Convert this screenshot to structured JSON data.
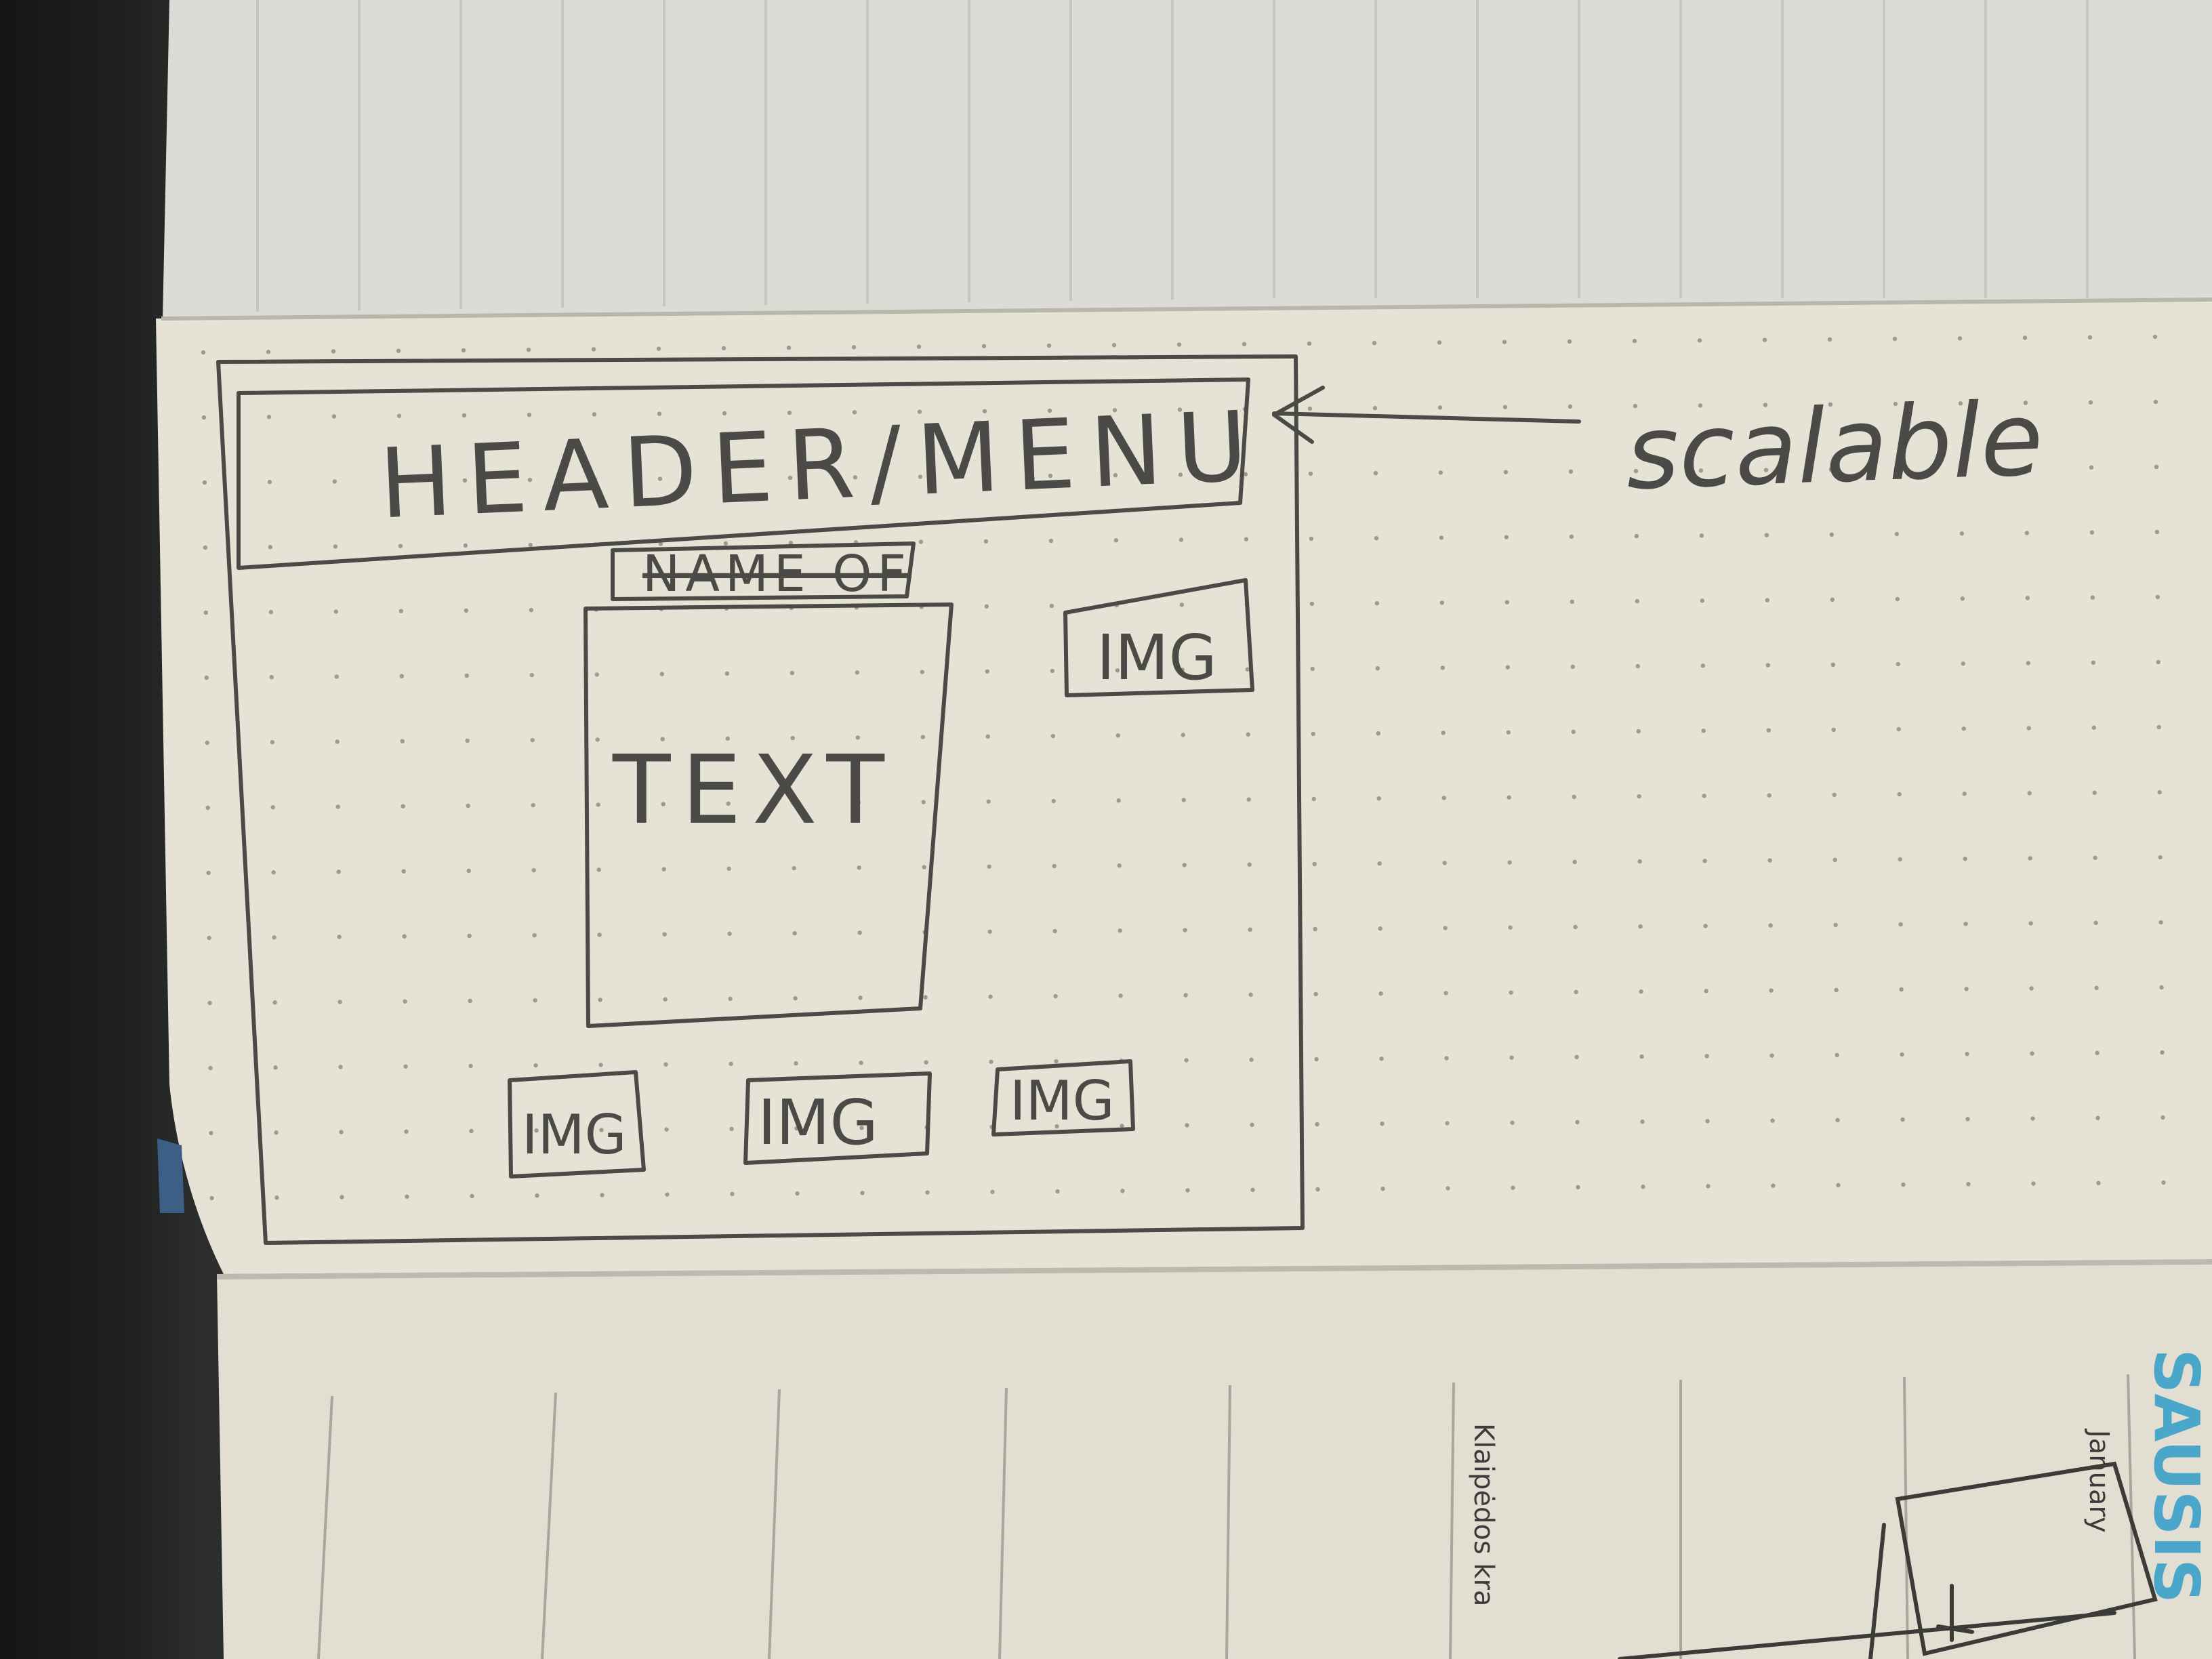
{
  "sketch": {
    "header_menu": "HEADER/MENU",
    "annotation": "scalable",
    "name_label": "NAME OF",
    "text_block": "TEXT",
    "img_top_right": "IMG",
    "img_bottom": [
      "IMG",
      "IMG",
      "IMG"
    ]
  },
  "printed": {
    "place": "Klaipėdos kra",
    "month_header": "SAUSIS",
    "month_sub": "January"
  },
  "colors": {
    "paper": "#e6e2d6",
    "paper_shadow": "#cfcbbf",
    "pencil": "#4a4a46",
    "print_blue": "#4aa7c9",
    "background": "#1b1d1c"
  }
}
